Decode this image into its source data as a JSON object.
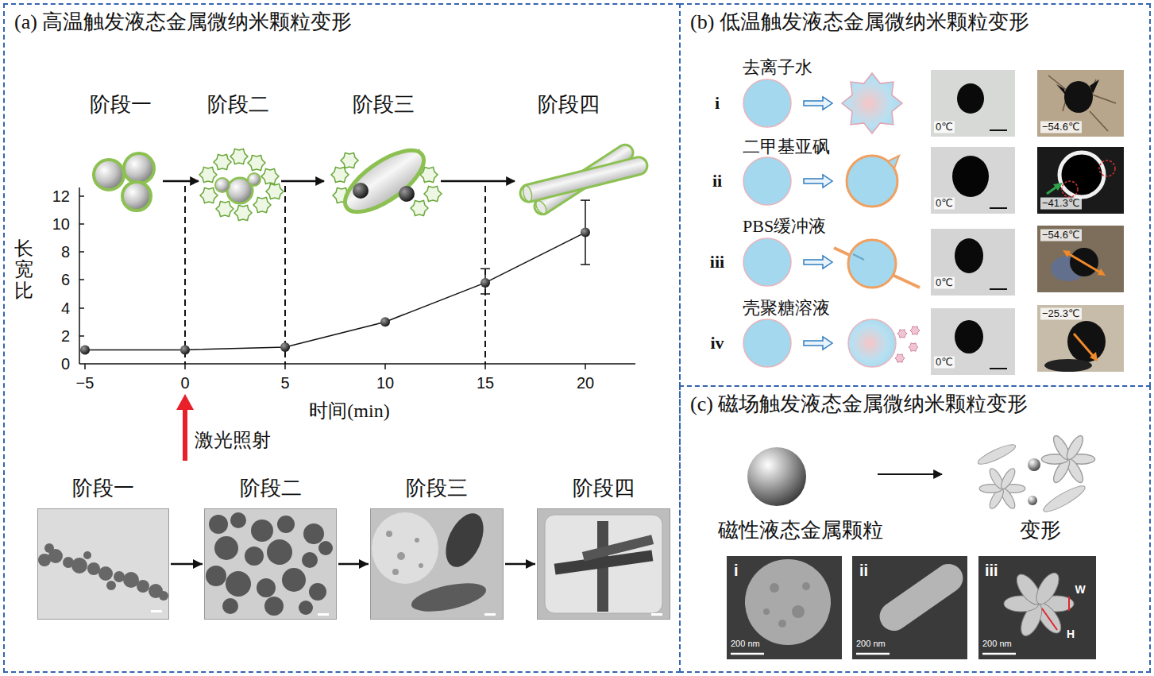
{
  "diagram": {
    "nodes": [
      {
        "text": [
          "(a) 高温触发液态金属微纳米颗粒变形"
        ]
      },
      {
        "text": [
          "(b) 低温触发液态金属微纳米颗粒变形"
        ]
      },
      {
        "text": [
          "(c) 磁场触发液态金属微纳米颗粒变形"
        ]
      },
      {
        "text": [
          "阶段一"
        ],
        "in": 0
      },
      {
        "text": [
          "阶段二"
        ],
        "in": 0
      },
      {
        "text": [
          "阶段三"
        ],
        "in": 0
      },
      {
        "text": [
          "阶段四"
        ],
        "in": 0
      }
    ],
    "edges": [
      {
        "from": 3,
        "to": 4,
        "arrow": "to"
      },
      {
        "from": 4,
        "to": 5,
        "arrow": "to"
      },
      {
        "from": 5,
        "to": 6,
        "arrow": "to"
      }
    ],
    "labels": [
      "阶段一",
      "阶段二",
      "阶段三",
      "阶段四",
      "长宽比",
      "12",
      "10",
      "8",
      "6",
      "4",
      "2",
      "0",
      "−5",
      "0",
      "5",
      "10",
      "15",
      "20",
      "时间(min)",
      "激光照射",
      "i",
      "去离子水",
      "0℃",
      "−54.6℃",
      "ii",
      "二甲基亚砜",
      "0℃",
      "−41.3℃",
      "iii",
      "PBS缓冲液",
      "0℃",
      "−54.6℃",
      "iv",
      "壳聚糖溶液",
      "0℃",
      "−25.3℃",
      "磁性液态金属颗粒",
      "变形",
      "i",
      "200 nm",
      "ii",
      "200 nm",
      "iii",
      "W",
      "H",
      "200 nm"
    ]
  }
}
